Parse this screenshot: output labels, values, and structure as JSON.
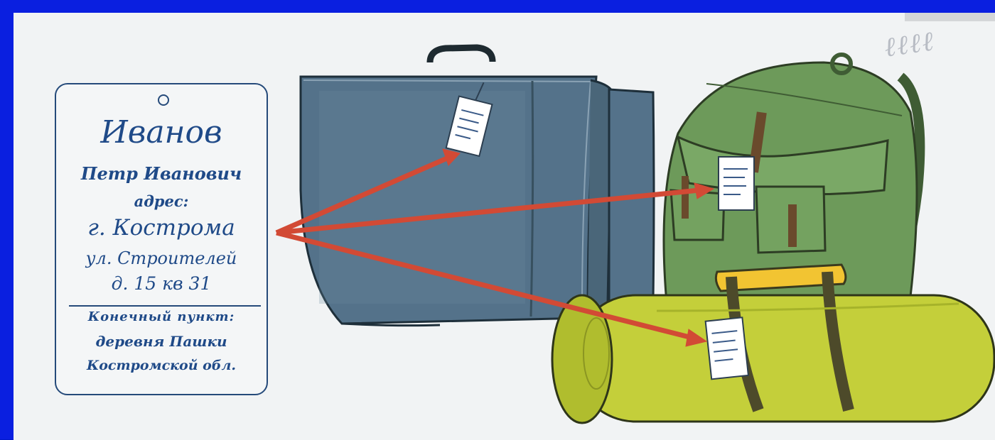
{
  "address_tag": {
    "surname": "Иванов",
    "name": "Петр Иванович",
    "address_label": "адрес:",
    "city": "г. Кострома",
    "street": "ул. Строителей",
    "house": "д. 15 кв 31",
    "final_destination_label": "Конечный пункт:",
    "village": "деревня Пашки",
    "region": "Костромской обл."
  },
  "illustration": {
    "items": [
      "suitcase-icon",
      "backpack-icon",
      "bedroll-icon"
    ],
    "colors": {
      "frame": "#0a1fe0",
      "paper": "#f1f3f4",
      "ink": "#1f4a88",
      "suitcase": "#54728a",
      "backpack": "#6d9a5a",
      "bedroll": "#c4cf3a",
      "strap": "#4d4a2a",
      "arrow": "#d24a35"
    }
  }
}
